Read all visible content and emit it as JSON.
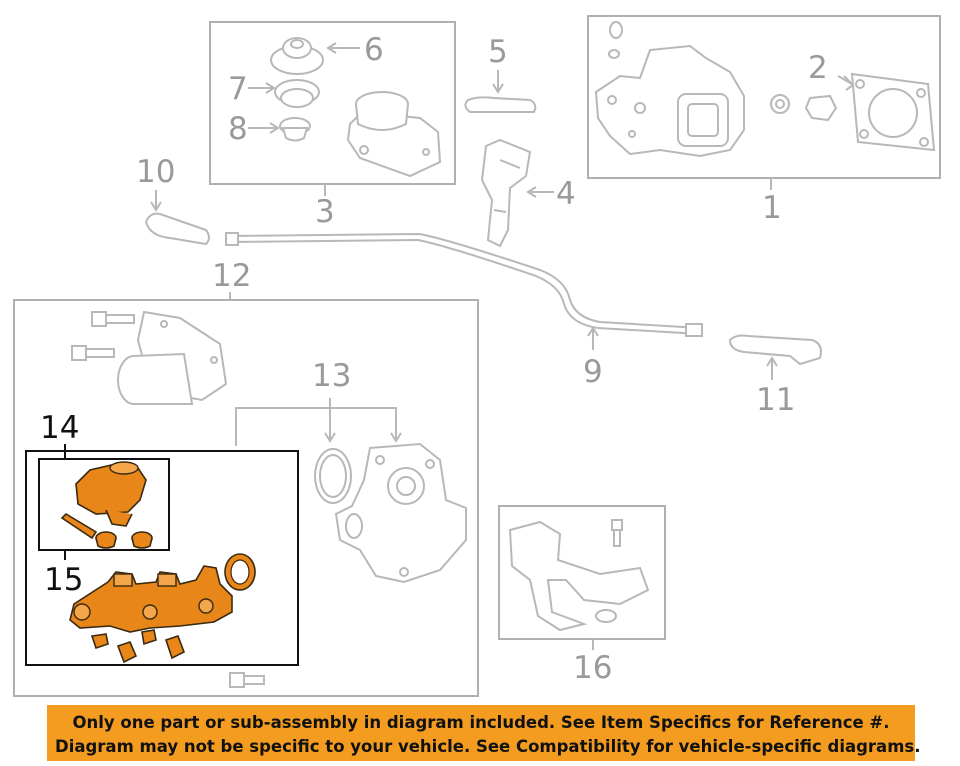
{
  "callouts": {
    "c1": "1",
    "c2": "2",
    "c3": "3",
    "c4": "4",
    "c5": "5",
    "c6": "6",
    "c7": "7",
    "c8": "8",
    "c9": "9",
    "c10": "10",
    "c11": "11",
    "c12": "12",
    "c13": "13",
    "c14": "14",
    "c15": "15",
    "c16": "16"
  },
  "highlighted_parts": [
    "14",
    "15"
  ],
  "colors": {
    "highlight": "#e8861a",
    "notice_bg": "#f39c1f",
    "outline": "#b8b8b8"
  },
  "notice": {
    "line1": "Only one part or sub-assembly in diagram included. See Item Specifics for Reference #.",
    "line2": "Diagram may not be specific to your vehicle. See Compatibility for vehicle-specific diagrams."
  }
}
